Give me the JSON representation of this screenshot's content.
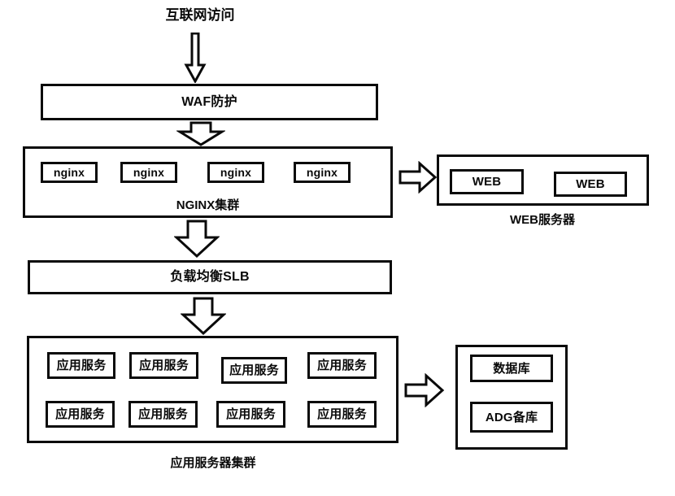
{
  "diagram": {
    "title_text": "互联网访问",
    "nodes": {
      "waf": "WAF防护",
      "slb": "负载均衡SLB",
      "nginx_cluster_label": "NGINX集群",
      "nginx_items": [
        "nginx",
        "nginx",
        "nginx",
        "nginx"
      ],
      "web_items": [
        "WEB",
        "WEB"
      ],
      "web_group_label": "WEB服务器",
      "app_items_row1": [
        "应用服务",
        "应用服务",
        "应用服务",
        "应用服务"
      ],
      "app_items_row2": [
        "应用服务",
        "应用服务",
        "应用服务",
        "应用服务"
      ],
      "app_group_label": "应用服务器集群",
      "db_items": [
        "数据库",
        "ADG备库"
      ]
    },
    "arrows": {
      "internet_to_waf": "arrow-down-thin",
      "waf_to_nginx": "arrow-down-small",
      "nginx_to_web": "arrow-right",
      "nginx_to_slb": "arrow-down",
      "slb_to_app": "arrow-down",
      "app_to_db": "arrow-right"
    },
    "colors": {
      "stroke": "#0a0a0a",
      "fill": "#ffffff"
    }
  }
}
